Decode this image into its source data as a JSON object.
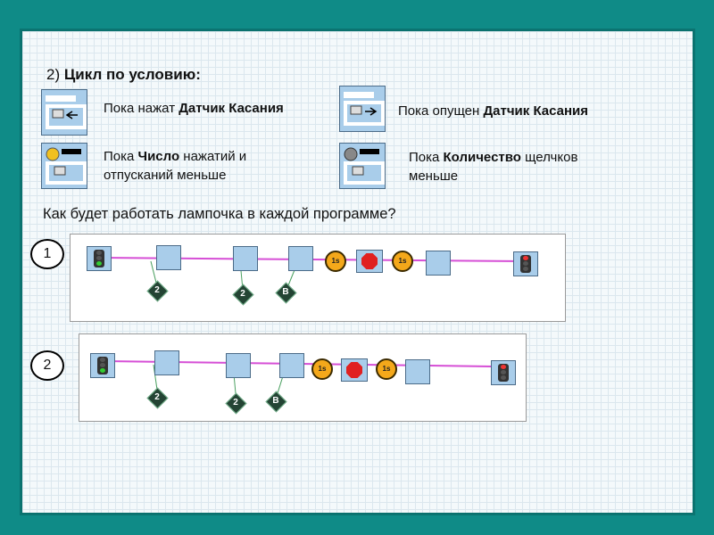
{
  "heading": {
    "prefix": "2)",
    "title": "Цикл по условию:"
  },
  "conditions": [
    {
      "id": "pressed",
      "normal": "Пока нажат ",
      "bold": "Датчик Касания",
      "icon": "touch-sensor-pressed-icon"
    },
    {
      "id": "released",
      "normal": "Пока опущен ",
      "bold": "Датчик Касания",
      "icon": "touch-sensor-released-icon"
    },
    {
      "id": "count",
      "normal1": "Пока ",
      "bold": "Число",
      "normal2": " нажатий и",
      "line2": "отпусканий меньше",
      "icon": "gear-touch-count-icon"
    },
    {
      "id": "clicks",
      "normal1": "Пока ",
      "bold": "Количество",
      "normal2": " щелчков",
      "line2": "меньше",
      "icon": "gear-click-count-icon"
    }
  ],
  "question": "Как будет работать лампочка в каждой программе?",
  "programs": [
    {
      "number": "1",
      "params": {
        "loop1": "2",
        "loop2": "2",
        "loop3": "B"
      },
      "timers": [
        "1s",
        "1s"
      ]
    },
    {
      "number": "2",
      "params": {
        "loop1": "2",
        "loop2": "2",
        "loop3": "B"
      },
      "timers": [
        "1s",
        "1s"
      ]
    }
  ],
  "colors": {
    "background": "#0f8b87",
    "wire": "#d64fd6",
    "block": "#a9cdea",
    "timer": "#f4a81a",
    "stop": "#e02020"
  }
}
